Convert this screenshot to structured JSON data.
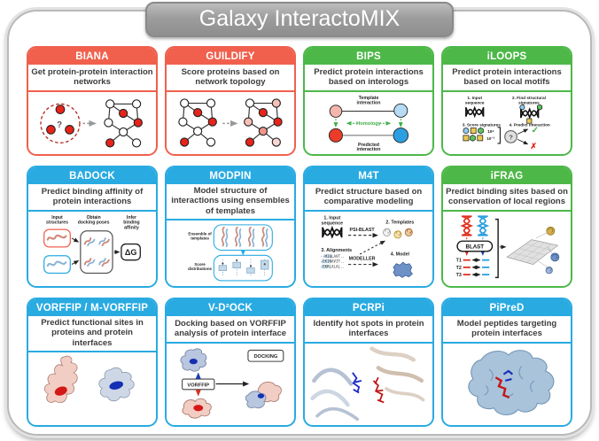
{
  "title": "Galaxy InteractoMIX",
  "colors": {
    "accent_red": "#F0604D",
    "accent_green": "#4DB848",
    "accent_blue": "#29ABE2",
    "banner_gray": "#9E9E9E"
  },
  "cards": {
    "biana": {
      "name": "BIANA",
      "color": "red",
      "desc": "Get protein-protein interaction networks",
      "diagram": {
        "question": "?"
      }
    },
    "guildify": {
      "name": "GUILDIFY",
      "color": "red",
      "desc": "Score proteins based on network topology"
    },
    "bips": {
      "name": "BIPS",
      "color": "green",
      "desc": "Predict protein interactions based on interologs",
      "diagram": {
        "template1": "Template",
        "template2": "interaction",
        "homology": "Homology",
        "predicted1": "Predicted",
        "predicted2": "interaction"
      }
    },
    "iloops": {
      "name": "iLOOPS",
      "color": "green",
      "desc": "Predict protein interactions based on local motifs",
      "diagram": {
        "s1a": "1. Input",
        "s1b": "sequence",
        "s2a": "2. Find structural",
        "s2b": "signatures",
        "s3": "3. Score signatures",
        "s4": "4. Predict interaction",
        "score_high": "10⁴",
        "score_low": "10⁻²",
        "question": "?",
        "check": "✓",
        "cross": "✗"
      }
    },
    "badock": {
      "name": "BADOCK",
      "color": "blue",
      "desc": "Predict binding affinity of protein interactions",
      "diagram": {
        "in1": "Input",
        "in2": "structures",
        "ob1": "Obtain",
        "ob2": "docking poses",
        "af1": "Infer",
        "af2": "binding",
        "af3": "affinity",
        "dg": "ΔG"
      }
    },
    "modpin": {
      "name": "MODPIN",
      "color": "blue",
      "desc": "Model structure of interactions using ensembles of templates",
      "diagram": {
        "en1": "Ensemble of",
        "en2": "templates",
        "sc1": "Score",
        "sc2": "distributions"
      }
    },
    "m4t": {
      "name": "M4T",
      "color": "blue",
      "desc": "Predict structure based on comparative modeling",
      "diagram": {
        "s1a": "1. Input",
        "s1b": "sequence",
        "psiblast": "PSI-BLAST",
        "s2": "2. Templates",
        "s3": "3. Alignments",
        "modeller": "MODELLER",
        "s4": "4. Model",
        "seq1": "--MIQLAVT..",
        "seq2": "-EKINAVIT..",
        "seq3": "-EKRLALAL.."
      }
    },
    "ifrag": {
      "name": "iFRAG",
      "color": "green",
      "desc": "Predict binding sites based on conservation of local regions",
      "diagram": {
        "blast": "BLAST",
        "t1": "T1",
        "t2": "T2",
        "t3": "T3"
      }
    },
    "vorffip": {
      "name": "VORFFIP / M-VORFFIP",
      "color": "blue",
      "desc": "Predict functional sites in proteins and protein interfaces"
    },
    "vd2ock": {
      "name": "V-D²OCK",
      "color": "blue",
      "desc": "Docking based on VORFFIP analysis of protein interface",
      "diagram": {
        "docking": "DOCKING",
        "vorffip": "VORFFIP"
      }
    },
    "pcrpi": {
      "name": "PCRPi",
      "color": "blue",
      "desc": "Identify hot spots in protein interfaces"
    },
    "pipred": {
      "name": "PiPreD",
      "color": "blue",
      "desc": "Model peptides targeting protein interfaces"
    }
  }
}
